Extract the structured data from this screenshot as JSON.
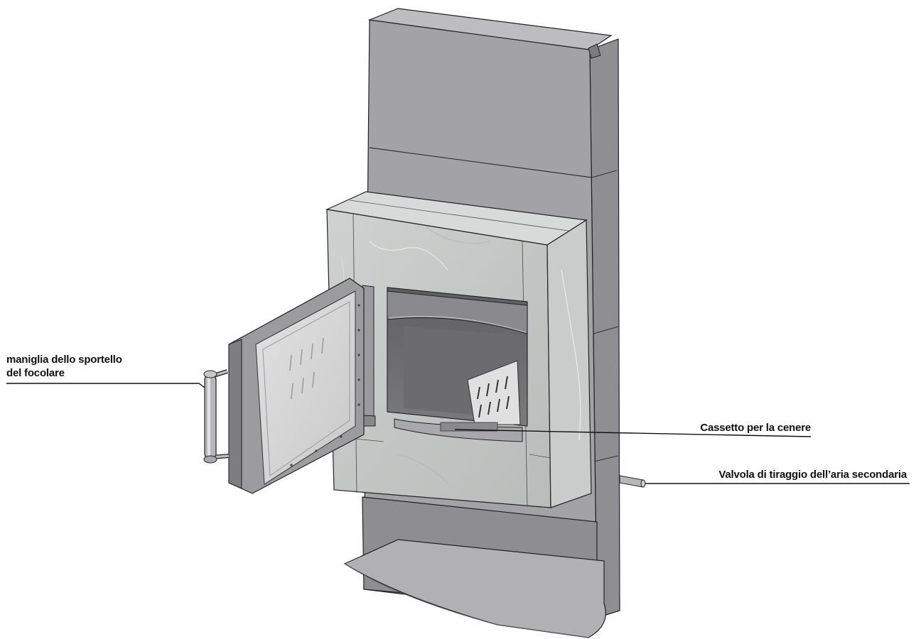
{
  "labels": {
    "door_handle_line1": "maniglia dello sportello",
    "door_handle_line2": "del focolare",
    "ash_drawer": "Cassetto per la cenere",
    "secondary_air_valve": "Valvola di tiraggio dell’aria secondaria"
  },
  "colors": {
    "steel_light": "#b3b3b5",
    "steel_mid": "#a2a2a4",
    "steel_dark": "#8c8c8e",
    "soapstone": "#c6c9c7",
    "glass": "#d6d6d6",
    "firebox_dark": "#6e6e70",
    "leader_line": "#111111"
  }
}
